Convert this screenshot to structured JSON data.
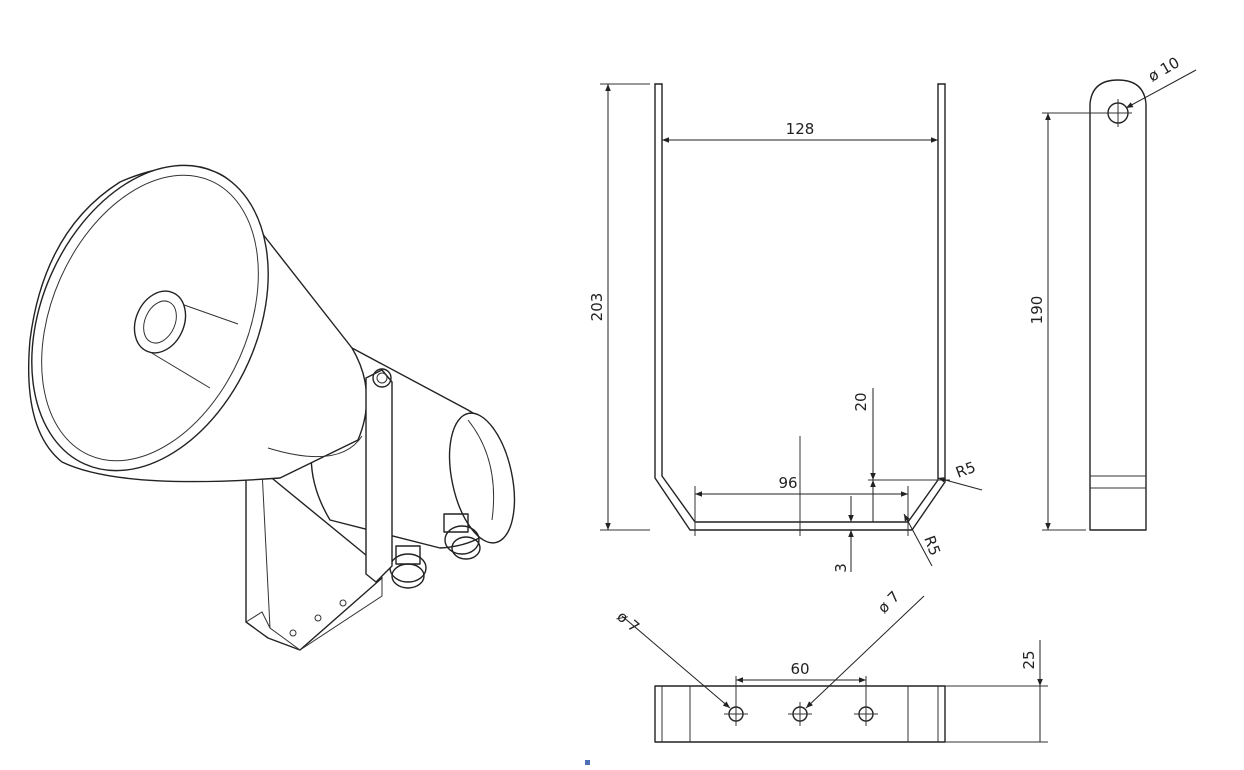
{
  "dimensions": {
    "front_width": "128",
    "front_height": "203",
    "bottom_inner": "96",
    "bend_height": "20",
    "thickness": "3",
    "radius_top": "R5",
    "radius_bottom": "R5",
    "side_height": "190",
    "side_hole": "ø 10",
    "base_hole_left": "ø 7",
    "base_hole_right": "ø 7",
    "hole_spacing": "60",
    "base_width": "25"
  },
  "colors": {
    "line": "#222222",
    "accent_dot": "#4d6fb5"
  }
}
